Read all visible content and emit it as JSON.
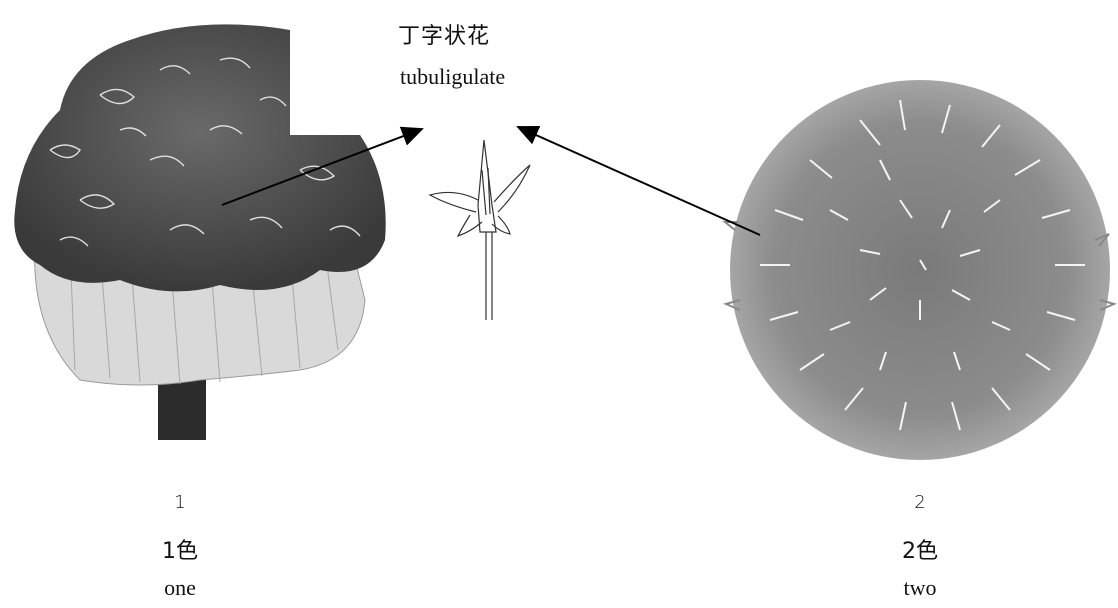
{
  "title": {
    "japanese": "丁字状花",
    "english": "tubuligulate"
  },
  "left_item": {
    "number": "1",
    "japanese": "1色",
    "english": "one"
  },
  "right_item": {
    "number": "2",
    "japanese": "2色",
    "english": "two"
  }
}
